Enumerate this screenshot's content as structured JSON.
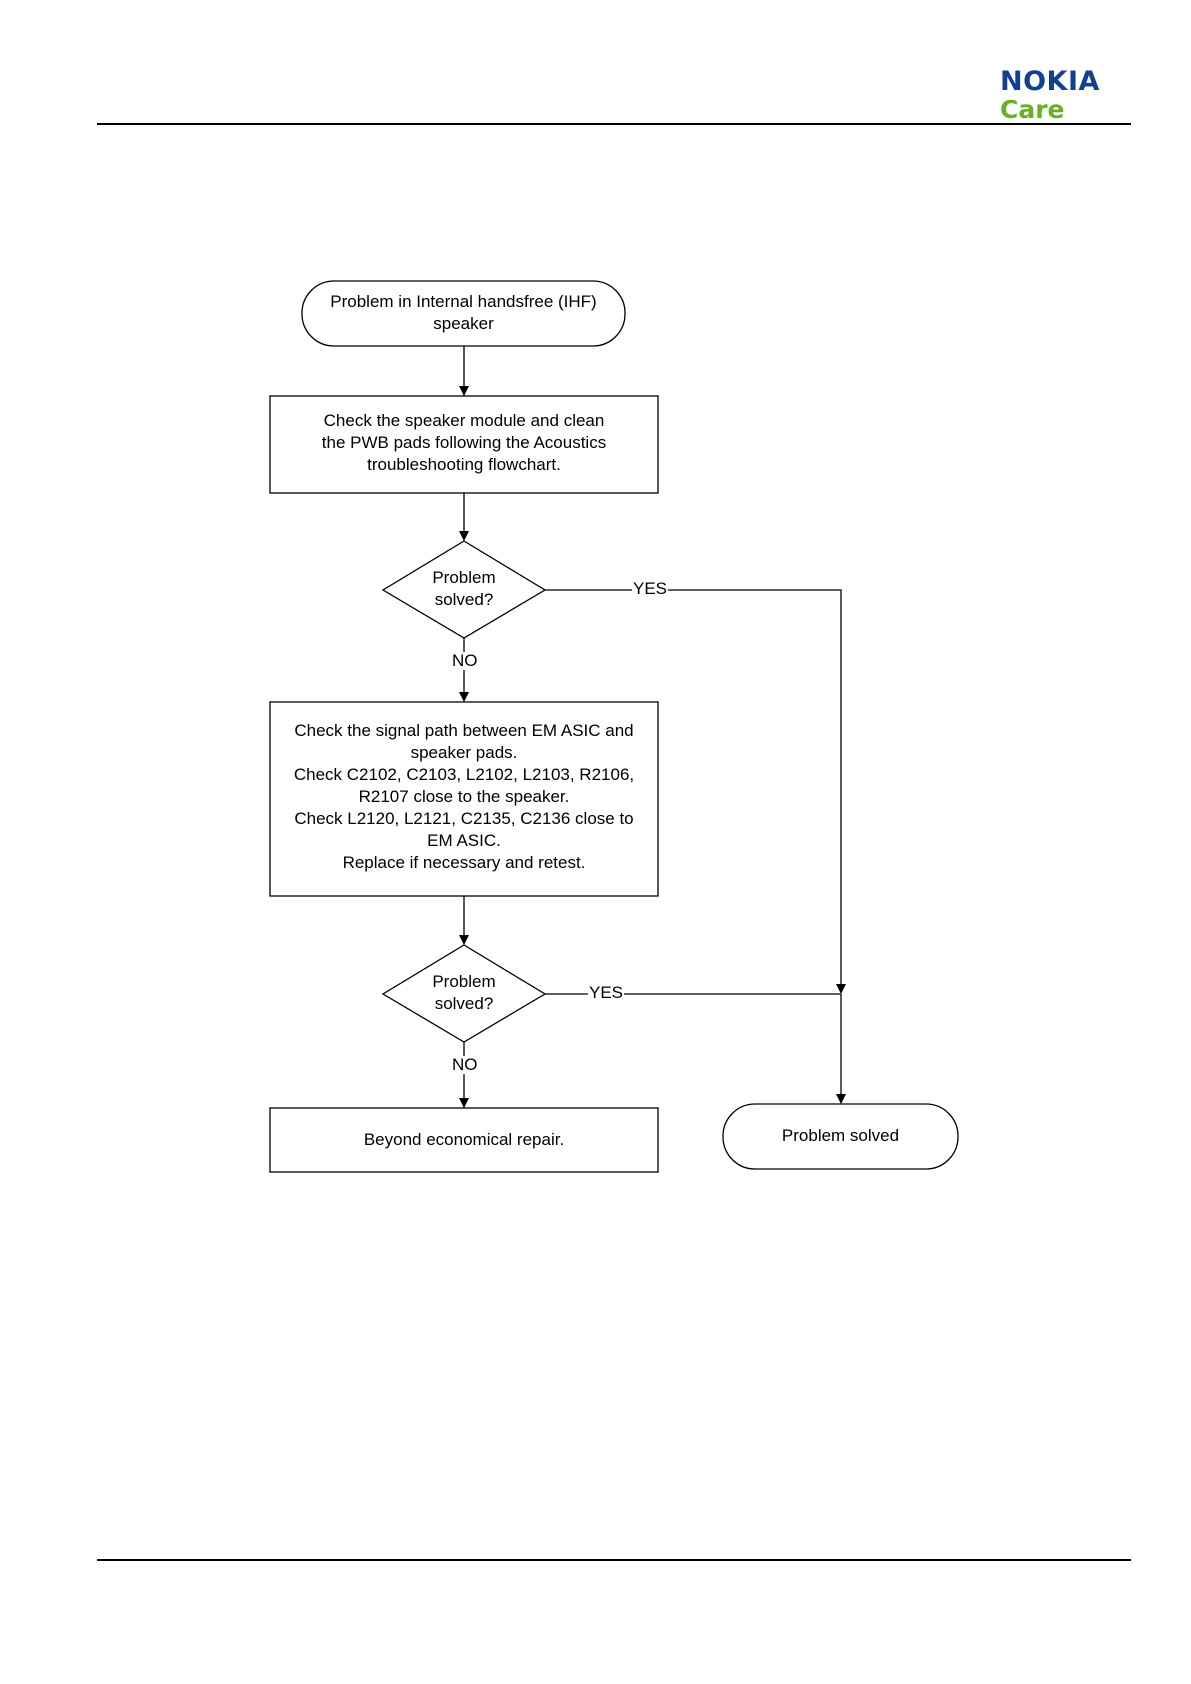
{
  "brand": {
    "name": "NOKIA",
    "sub": "Care",
    "primary_color": "#124191",
    "secondary_color": "#6ab023"
  },
  "flowchart": {
    "start": "Problem in Internal handsfree (IHF)\nspeaker",
    "step1": "Check the speaker module and clean\nthe PWB pads following the Acoustics\ntroubleshooting flowchart.",
    "decision1": "Problem\nsolved?",
    "step2": "Check the signal path between EM ASIC and\nspeaker pads.\nCheck C2102, C2103, L2102, L2103, R2106,\nR2107 close to the speaker.\nCheck L2120, L2121, C2135, C2136 close to\nEM ASIC.\nReplace if necessary and retest.",
    "decision2": "Problem\nsolved?",
    "end_fail": "Beyond economical repair.",
    "end_ok": "Problem solved",
    "yes_label": "YES",
    "no_label": "NO"
  }
}
